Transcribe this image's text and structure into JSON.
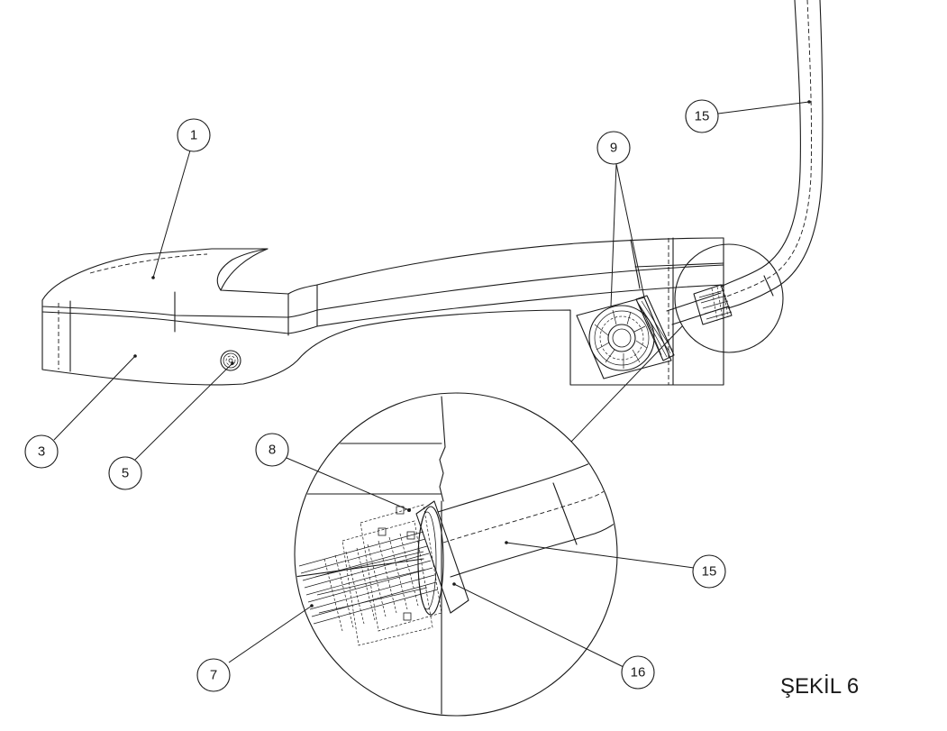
{
  "figure": {
    "label": "ŞEKİL 6"
  },
  "callouts": [
    {
      "id": "c1",
      "text": "1"
    },
    {
      "id": "c3",
      "text": "3"
    },
    {
      "id": "c5",
      "text": "5"
    },
    {
      "id": "c9",
      "text": "9"
    },
    {
      "id": "c15a",
      "text": "15"
    },
    {
      "id": "c8",
      "text": "8"
    },
    {
      "id": "c15b",
      "text": "15"
    },
    {
      "id": "c7",
      "text": "7"
    },
    {
      "id": "c16",
      "text": "16"
    }
  ]
}
